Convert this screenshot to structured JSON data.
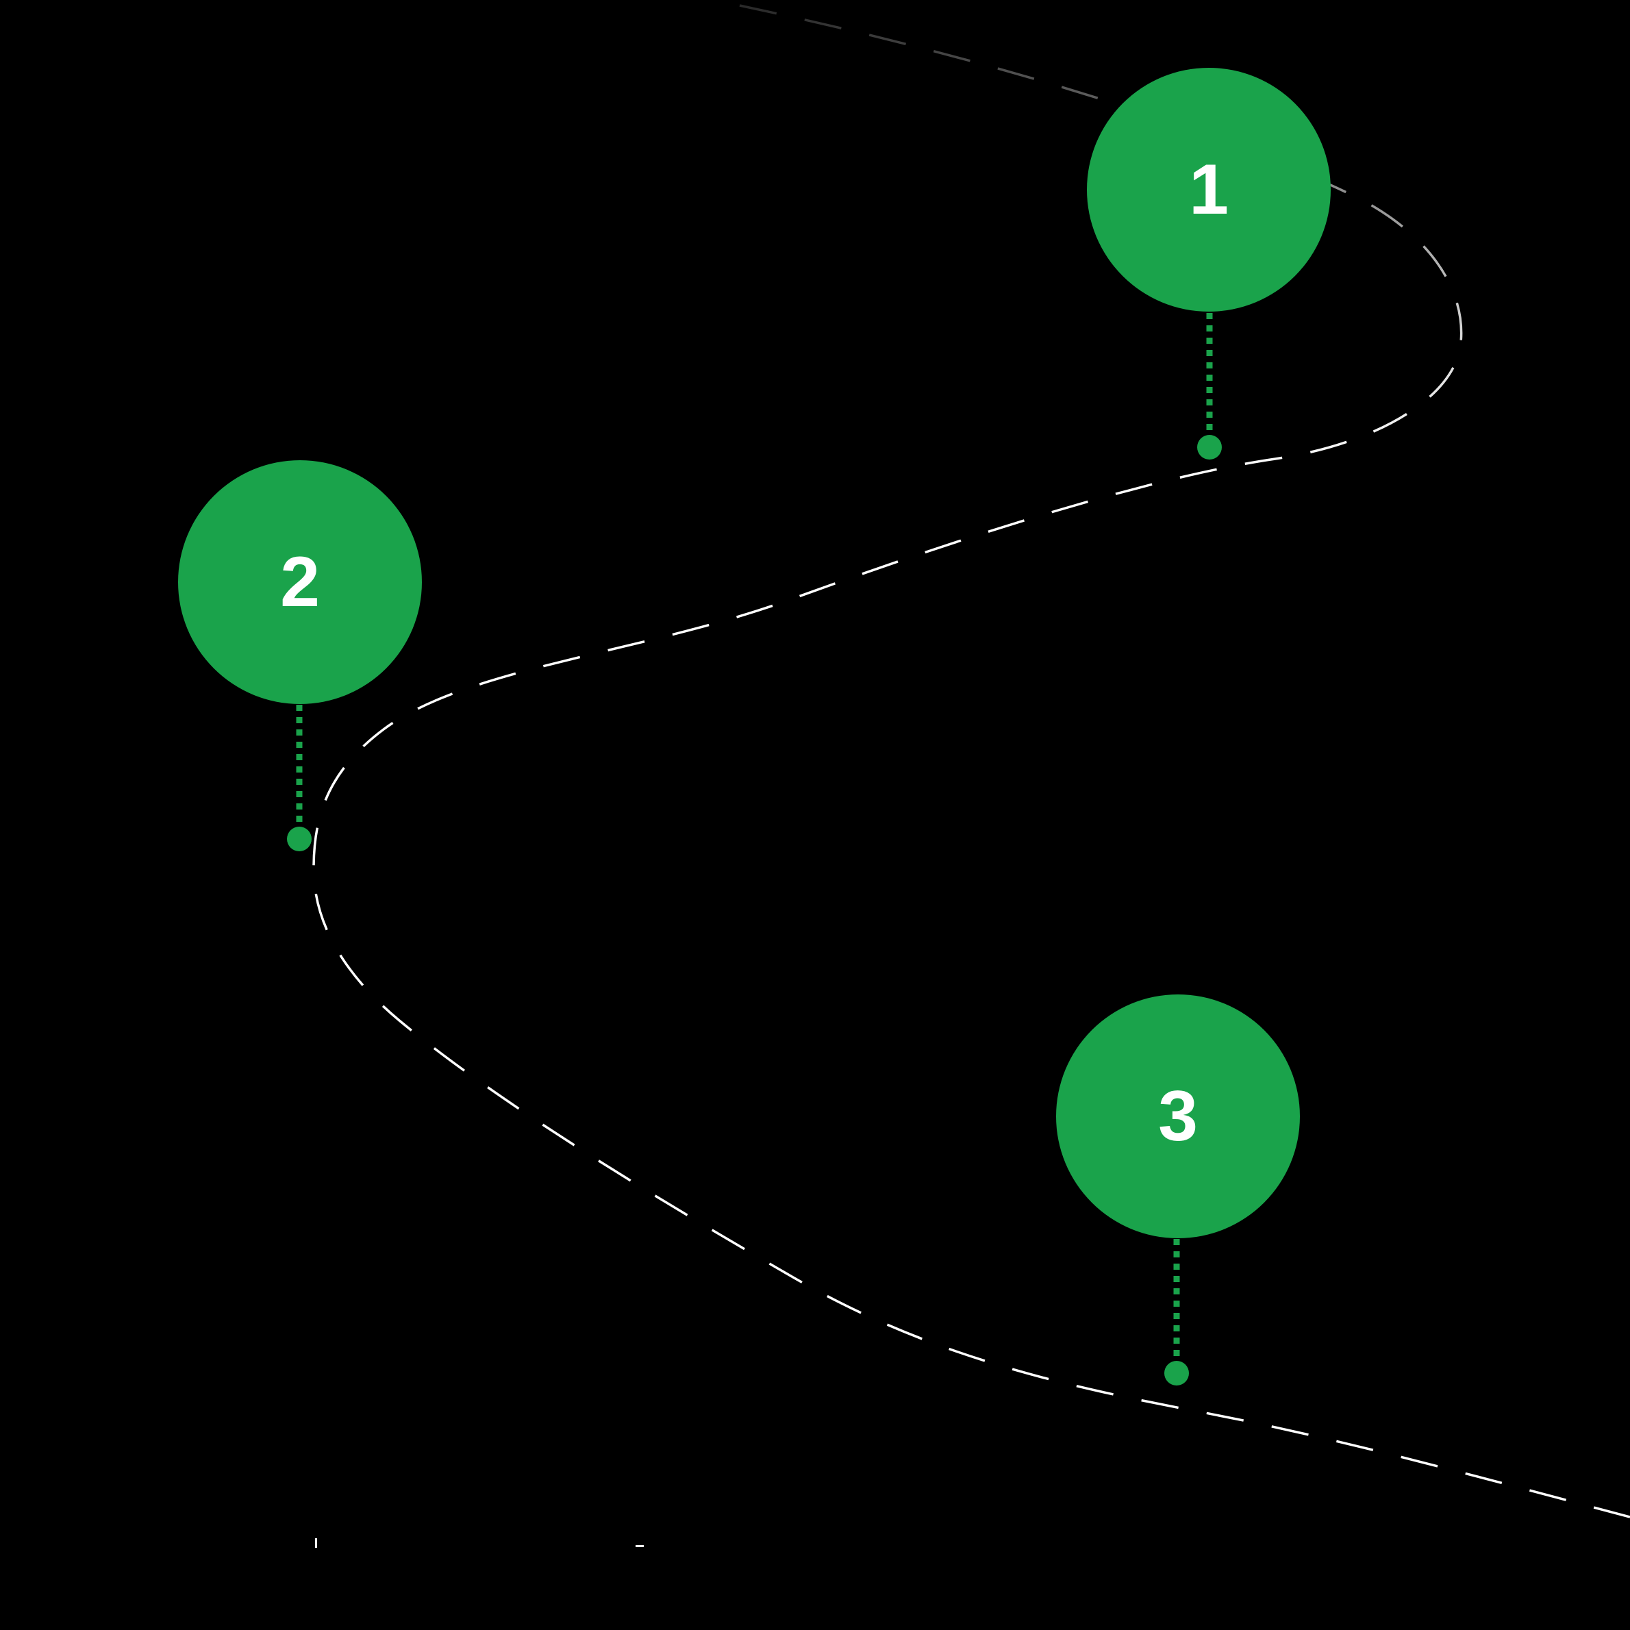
{
  "figure": {
    "kind": "numbered-roadmap-infographic",
    "steps": [
      {
        "label": "1"
      },
      {
        "label": "2"
      },
      {
        "label": "3"
      }
    ]
  },
  "colors": {
    "background": "#000000",
    "accent": "#1aa34b",
    "step_number_text": "#ffffff",
    "road_gradient_start": "#262626",
    "road_gradient_mid1": "#777777",
    "road_gradient_mid2": "#d8d8d8",
    "road_gradient_end": "#ffffff"
  }
}
